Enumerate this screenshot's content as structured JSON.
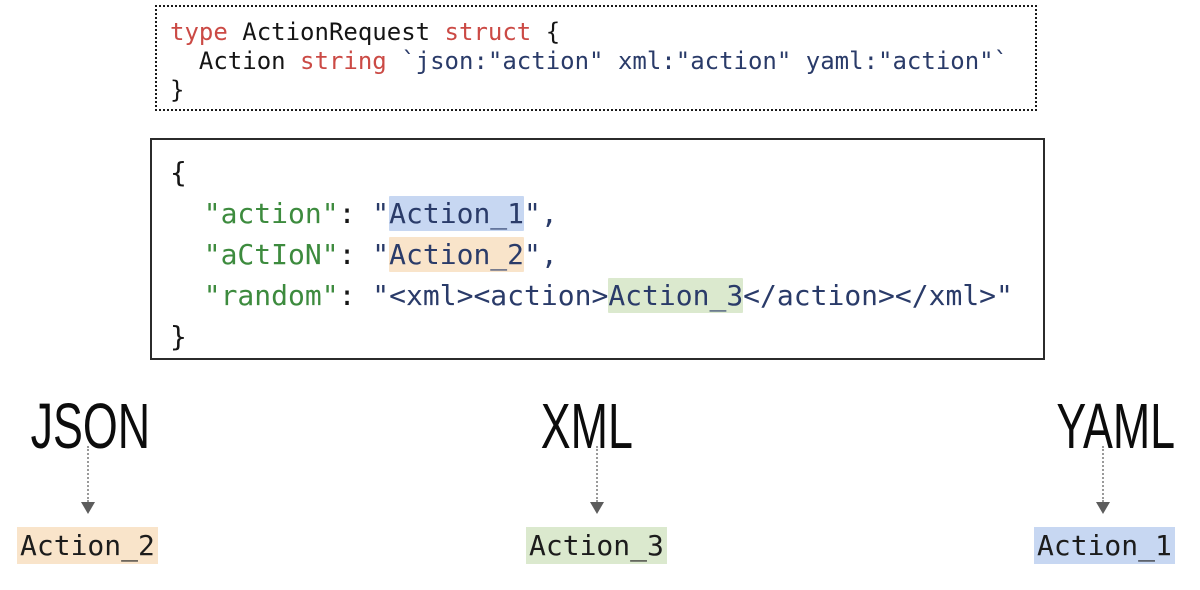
{
  "colors": {
    "ink": "#151515",
    "red": "#cb4a45",
    "navy": "#2a3b69",
    "green": "#3d8b3e",
    "hl_blue": "#c7d7f2",
    "hl_peach": "#f9e4ca",
    "hl_green": "#dbe9ce"
  },
  "go_box": {
    "lines": [
      [
        {
          "t": "type",
          "c": "red"
        },
        {
          "t": " ActionRequest ",
          "c": "ink"
        },
        {
          "t": "struct",
          "c": "red"
        },
        {
          "t": " {",
          "c": "ink"
        }
      ],
      [
        {
          "t": "  Action ",
          "c": "ink"
        },
        {
          "t": "string",
          "c": "red"
        },
        {
          "t": " ",
          "c": "ink"
        },
        {
          "t": "`json:\"action\" xml:\"action\" yaml:\"action\"`",
          "c": "navy"
        }
      ],
      [
        {
          "t": "}",
          "c": "ink"
        }
      ]
    ]
  },
  "json_box": {
    "lines": [
      [
        {
          "t": "{",
          "c": "ink"
        }
      ],
      [
        {
          "t": "  ",
          "c": "ink"
        },
        {
          "t": "\"action\"",
          "c": "green"
        },
        {
          "t": ": ",
          "c": "ink"
        },
        {
          "t": "\"",
          "c": "navy"
        },
        {
          "t": "Action_1",
          "c": "navy",
          "hl": "blue"
        },
        {
          "t": "\",",
          "c": "navy"
        }
      ],
      [
        {
          "t": "  ",
          "c": "ink"
        },
        {
          "t": "\"aCtIoN\"",
          "c": "green"
        },
        {
          "t": ": ",
          "c": "ink"
        },
        {
          "t": "\"",
          "c": "navy"
        },
        {
          "t": "Action_2",
          "c": "navy",
          "hl": "peach"
        },
        {
          "t": "\",",
          "c": "navy"
        }
      ],
      [
        {
          "t": "  ",
          "c": "ink"
        },
        {
          "t": "\"random\"",
          "c": "green"
        },
        {
          "t": ": ",
          "c": "ink"
        },
        {
          "t": "\"<xml><action>",
          "c": "navy"
        },
        {
          "t": "Action_3",
          "c": "navy",
          "hl": "green"
        },
        {
          "t": "</action></xml>\"",
          "c": "navy"
        }
      ],
      [
        {
          "t": "}",
          "c": "ink"
        }
      ]
    ]
  },
  "mappings": [
    {
      "format": "JSON",
      "result": "Action_2",
      "hl": "peach"
    },
    {
      "format": "XML",
      "result": "Action_3",
      "hl": "green"
    },
    {
      "format": "YAML",
      "result": "Action_1",
      "hl": "blue"
    }
  ]
}
